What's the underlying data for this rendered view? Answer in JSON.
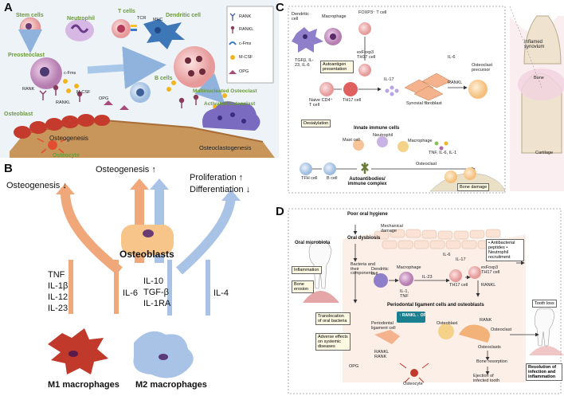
{
  "panels": {
    "a": {
      "letter": "A",
      "cells": {
        "stem": "Stem cells",
        "neutrophil": "Neutrophil",
        "tcells": "T cells",
        "dendritic": "Dendritic cell",
        "preosteoclast": "Preosteoclast",
        "bcells": "B cells",
        "multinucleated": "Multinucleated Osteoclast",
        "activated": "Activated Osteoclast",
        "osteoblast": "Osteoblast",
        "osteocyte": "Osteocyte",
        "osteogenesis": "Osteogenesis",
        "osteoclastogenesis": "Osteoclastogenesis"
      },
      "molecules": {
        "tcr": "TCR",
        "mhc": "MHC",
        "rank": "RANK",
        "rankl": "RANKL",
        "cfms": "c-Fms",
        "mcsf": "M-CSF",
        "opg": "OPG"
      },
      "legend": [
        "RANK",
        "RANKL",
        "c-Fms",
        "M-CSF",
        "OPG"
      ]
    },
    "b": {
      "letter": "B",
      "osteogenesis_down": "Osteogenesis ↓",
      "osteogenesis_up": "Osteogenesis ↑",
      "prolif": "Proliferation ↑",
      "diff": "Differentiation ↓",
      "osteoblasts": "Osteoblasts",
      "m1_cytokines": [
        "TNF",
        "IL-1β",
        "IL-12",
        "IL-23"
      ],
      "il6": "IL-6",
      "m2_cytokines": [
        "IL-10",
        "TGF-β",
        "IL-1RA"
      ],
      "il4": "IL-4",
      "m1": "M1 macrophages",
      "m2": "M2 macrophages"
    },
    "c": {
      "letter": "C",
      "dendritic": "Dendritic cell",
      "macrophage": "Macrophage",
      "foxp3": "FOXP3⁻ T cell",
      "exfoxp3": "exFoxp3 TH17 cell",
      "tgf": "TGFβ, IL-23, IL-6",
      "autoantigen": "Autoantigen presentation",
      "naive": "Naive CD4⁺ T cell",
      "th17": "TH17 cell",
      "il17": "IL-17",
      "il6": "IL-6",
      "synovial": "Synovial fibroblast",
      "rankl": "RANKL",
      "precursor": "Osteoclast precursor",
      "desialylation": "Desialylation",
      "innate": "Innate immune cells",
      "neutrophil": "Neutrophil",
      "mast": "Mast cell",
      "macrophage2": "Macrophage",
      "tnf": "TNF, IL-6, IL-1",
      "tfh": "TFH cell",
      "bcell": "B cell",
      "auto": "Autoantibodies/ immune complex",
      "osteoclast": "Osteoclast",
      "bone_damage": "Bone damage",
      "inflamed": "Inflamed synovium",
      "bone": "Bone",
      "cartilage": "Cartilage"
    },
    "d": {
      "letter": "D",
      "poor_hygiene": "Poor oral hygiene",
      "mechanical": "Mechanical damage",
      "dysbiosis": "Oral dysbiosis",
      "microbiota": "Oral microbiota",
      "inflammation": "Inflammation",
      "erosion": "Bone erosion",
      "translocation": "Translocation of oral bacteria",
      "adverse": "Adverse effects on systemic diseases",
      "bacteria": "Bacteria and their components",
      "dendritic": "Dendritic cell",
      "macrophage": "Macrophage",
      "il1tnf": "IL-1, TNF",
      "il23": "IL-23",
      "il6": "IL-6",
      "il17": "IL-17",
      "th17": "TH17 cell",
      "exfoxp3": "exFoxp3 TH17 cell",
      "rankl": "RANKL",
      "antibacterial": "• Antibacterial peptides • Neutrophil recruitment",
      "pdl": "Periodontal ligament cells and osteoblasts",
      "pdl_cell": "Periodontal ligament cell",
      "rankl_opg": "↑ RANKL ↓ OPG",
      "osteoblast": "Osteoblast",
      "rank": "RANK",
      "osteoclast": "Osteoclast",
      "rankl_rank": "RANKL RANK",
      "opg": "OPG",
      "osteocyte": "Osteocyte",
      "steps": [
        "Osteoclasts",
        "Bone resorption",
        "Ejection of infected tooth"
      ],
      "tooth_loss": "Tooth loss",
      "resolution": "Resolution of infection and inflammation"
    }
  },
  "colors": {
    "bone": "#c8955a",
    "osteoblast": "#c43a2c",
    "osteoclast": "#7a6bc0",
    "arrow_blue": "#9dbfe3",
    "arrow_orange": "#f0a87a",
    "m1": "#c0392b",
    "m2": "#a9c3e6",
    "synovial": "#f4b38c"
  }
}
